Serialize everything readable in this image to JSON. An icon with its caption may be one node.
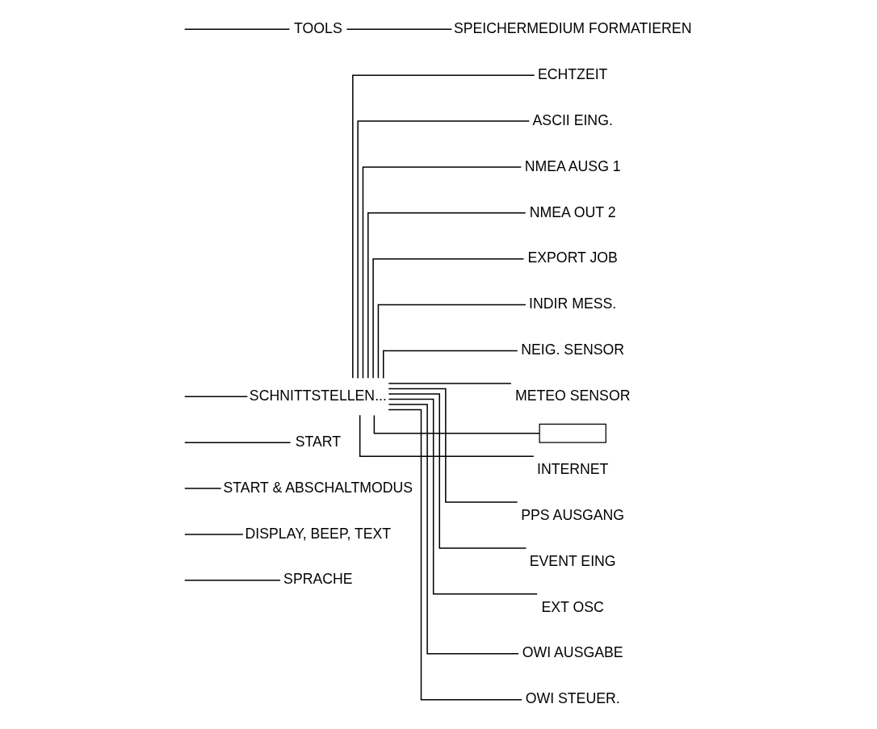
{
  "diagram": {
    "nodes": [
      {
        "text": [
          "SPRACHE"
        ]
      },
      {
        "text": [
          "DISPLAY, BEEP, TEXT"
        ]
      },
      {
        "text": [
          "START & ABSCHALTMODUS"
        ]
      },
      {
        "text": [
          "START"
        ]
      },
      {
        "text": [
          "SCHNITTSTELLEN..."
        ]
      },
      {
        "text": [
          "ECHTZEIT"
        ]
      },
      {
        "text": [
          "ASCII EING."
        ]
      },
      {
        "text": [
          "NMEA AUSG 1"
        ]
      },
      {
        "text": [
          "NMEA OUT 2"
        ]
      },
      {
        "text": [
          "EXPORT JOB"
        ]
      },
      {
        "text": [
          "INDIR MESS."
        ]
      },
      {
        "text": [
          "NEIG. SENSOR"
        ]
      },
      {
        "text": [
          "METEO SENSOR"
        ]
      },
      {
        "text": [],
        "shape": "box"
      },
      {
        "text": [
          "INTERNET"
        ]
      },
      {
        "text": [
          "PPS AUSGANG"
        ]
      },
      {
        "text": [
          "EVENT EING"
        ]
      },
      {
        "text": [
          "EXT OSC"
        ]
      },
      {
        "text": [
          "OWI AUSGABE"
        ]
      },
      {
        "text": [
          "OWI STEUER."
        ]
      },
      {
        "text": [
          "TOOLS"
        ]
      },
      {
        "text": [
          "SPEICHERMEDIUM FORMATIEREN"
        ]
      }
    ],
    "edges": [
      {
        "from": null,
        "to": 0,
        "arrow": "none"
      },
      {
        "from": null,
        "to": 1,
        "arrow": "none"
      },
      {
        "from": null,
        "to": 2,
        "arrow": "none"
      },
      {
        "from": null,
        "to": 3,
        "arrow": "none"
      },
      {
        "from": null,
        "to": 4,
        "arrow": "none"
      },
      {
        "from": 4,
        "to": 5,
        "arrow": "none"
      },
      {
        "from": 4,
        "to": 6,
        "arrow": "none"
      },
      {
        "from": 4,
        "to": 7,
        "arrow": "none"
      },
      {
        "from": 4,
        "to": 8,
        "arrow": "none"
      },
      {
        "from": 4,
        "to": 9,
        "arrow": "none"
      },
      {
        "from": 4,
        "to": 10,
        "arrow": "none"
      },
      {
        "from": 4,
        "to": 11,
        "arrow": "none"
      },
      {
        "from": 4,
        "to": 12,
        "arrow": "none"
      },
      {
        "from": 4,
        "to": 13,
        "arrow": "none"
      },
      {
        "from": 4,
        "to": 14,
        "arrow": "none"
      },
      {
        "from": 4,
        "to": 15,
        "arrow": "none"
      },
      {
        "from": 4,
        "to": 16,
        "arrow": "none"
      },
      {
        "from": 4,
        "to": 17,
        "arrow": "none"
      },
      {
        "from": 4,
        "to": 18,
        "arrow": "none"
      },
      {
        "from": 4,
        "to": 19,
        "arrow": "none"
      },
      {
        "from": null,
        "to": 20,
        "arrow": "none"
      },
      {
        "from": 20,
        "to": 21,
        "arrow": "none"
      }
    ]
  }
}
